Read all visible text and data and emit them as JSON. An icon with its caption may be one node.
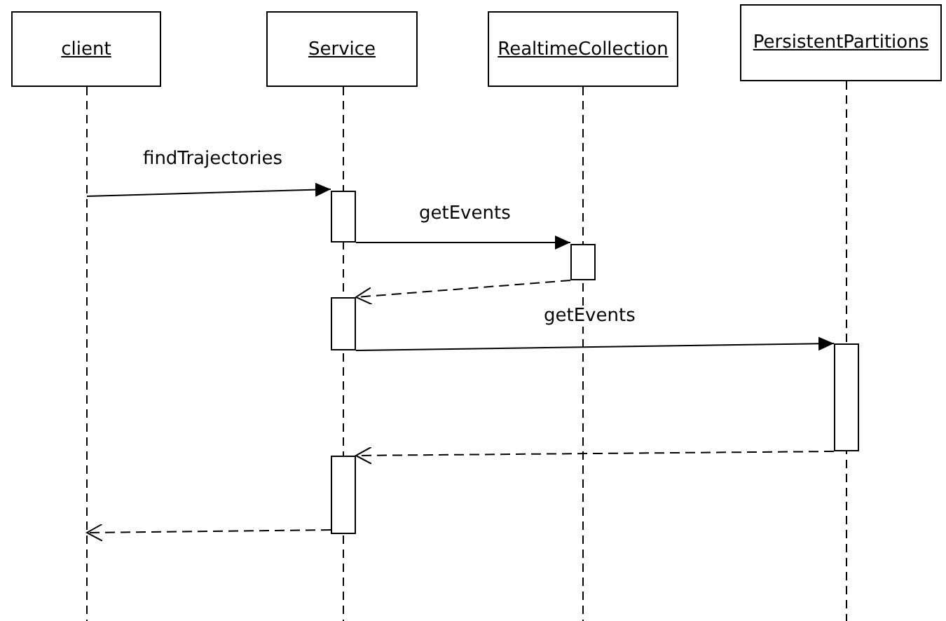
{
  "diagram": {
    "nodes": [
      {
        "text": [
          "client"
        ]
      },
      {
        "text": [
          "Service"
        ]
      },
      {
        "text": [
          "RealtimeCollection"
        ]
      },
      {
        "text": [
          "PersistentPartitions"
        ]
      },
      {
        "text": [],
        "shape": "bar"
      },
      {
        "text": [],
        "shape": "bar"
      },
      {
        "text": [],
        "shape": "bar"
      },
      {
        "text": [],
        "shape": "bar"
      },
      {
        "text": [],
        "shape": "bar"
      }
    ],
    "edges": [
      {
        "from": null,
        "to": 4,
        "arrow": "to",
        "label": "findTrajectories"
      },
      {
        "from": 4,
        "to": 5,
        "arrow": "to",
        "label": "getEvents"
      },
      {
        "from": 5,
        "to": 6,
        "arrow": "to",
        "style": "dashed"
      },
      {
        "from": 6,
        "to": 7,
        "arrow": "to",
        "label": "getEvents"
      },
      {
        "from": 7,
        "to": 8,
        "arrow": "to",
        "style": "dashed"
      },
      {
        "from": 8,
        "to": null,
        "arrow": "to",
        "style": "dashed"
      }
    ]
  }
}
